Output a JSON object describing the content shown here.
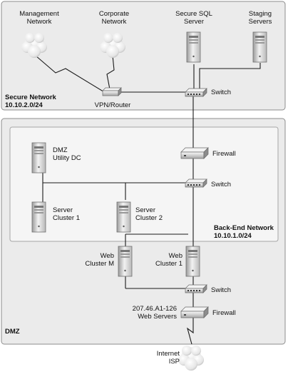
{
  "zones": {
    "secure_network": {
      "name": "Secure Network",
      "subnet": "10.10.2.0/24"
    },
    "dmz": {
      "name": "DMZ"
    },
    "back_end_network": {
      "name": "Back-End Network",
      "subnet": "10.10.1.0/24"
    }
  },
  "nodes": {
    "management_network": {
      "line1": "Management",
      "line2": "Network"
    },
    "corporate_network": {
      "line1": "Corporate",
      "line2": "Network"
    },
    "secure_sql_server": {
      "line1": "Secure SQL",
      "line2": "Server"
    },
    "staging_servers": {
      "line1": "Staging",
      "line2": "Servers"
    },
    "vpn_router": {
      "label": "VPN/Router"
    },
    "switch_secure": {
      "label": "Switch"
    },
    "firewall_inner": {
      "label": "Firewall"
    },
    "dmz_utility_dc": {
      "line1": "DMZ",
      "line2": "Utility DC"
    },
    "switch_backend": {
      "label": "Switch"
    },
    "server_cluster_1": {
      "line1": "Server",
      "line2": "Cluster 1"
    },
    "server_cluster_2": {
      "line1": "Server",
      "line2": "Cluster 2"
    },
    "web_cluster_m": {
      "line1": "Web",
      "line2": "Cluster M"
    },
    "web_cluster_1": {
      "line1": "Web",
      "line2": "Cluster 1"
    },
    "switch_web": {
      "label": "Switch"
    },
    "firewall_outer": {
      "label": "Firewall"
    },
    "web_servers": {
      "line1": "207.46.A1-126",
      "line2": "Web Servers"
    },
    "internet_isp": {
      "line1": "Internet",
      "line2": "ISP"
    }
  },
  "colors": {
    "zone_fill": "#ebebeb",
    "inner_fill": "#f5f5f5",
    "zone_border": "#8c8c8c",
    "line": "#1a1a1a"
  }
}
